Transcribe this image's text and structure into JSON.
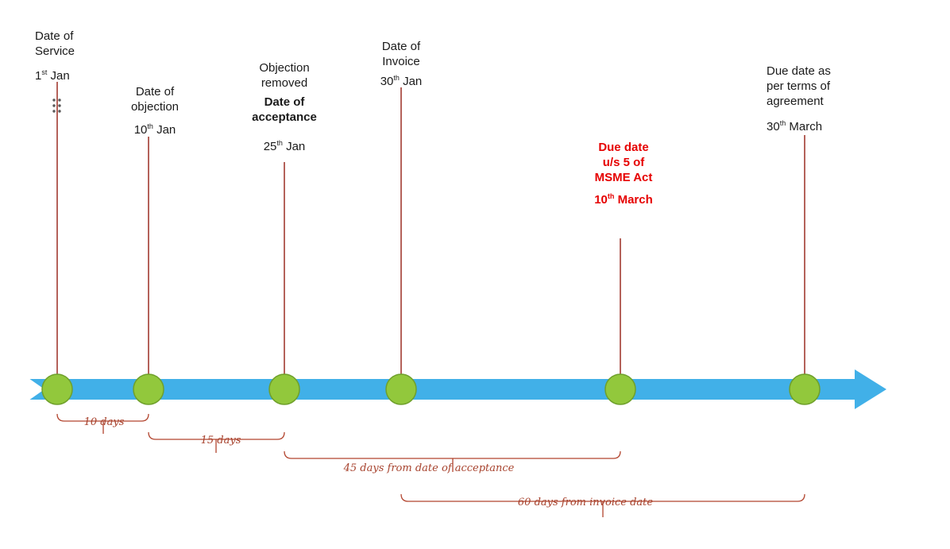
{
  "colors": {
    "arrow-blue": "#41b0e8",
    "dot-green": "#92c83c",
    "dot-green-border": "#6fa02b",
    "line-maroon": "#9c2f23",
    "bracket-red": "#b2442e",
    "alert-red": "#e60000",
    "script-red": "#a7422d",
    "text-black": "#1a1a1a"
  },
  "milestones": [
    {
      "title": [
        "Date of",
        "Service"
      ],
      "date": {
        "num": "1",
        "sup": "st",
        "rest": " Jan"
      }
    },
    {
      "title": [
        "Date of",
        "objection"
      ],
      "date": {
        "num": "10",
        "sup": "th",
        "rest": " Jan"
      }
    },
    {
      "title": [
        "Objection",
        "removed"
      ],
      "subtitle": [
        "Date of",
        "acceptance"
      ],
      "date": {
        "num": "25",
        "sup": "th",
        "rest": " Jan"
      }
    },
    {
      "title": [
        "Date of",
        "Invoice"
      ],
      "date": {
        "num": "30",
        "sup": "th",
        "rest": " Jan"
      }
    },
    {
      "title": [
        "Due date",
        "u/s 5 of",
        "MSME Act"
      ],
      "date": {
        "num": "10",
        "sup": "th",
        "rest": " March"
      }
    },
    {
      "title": [
        "Due date as",
        "per terms of",
        "agreement"
      ],
      "date": {
        "num": "30",
        "sup": "th",
        "rest": " March"
      }
    }
  ],
  "durations": [
    {
      "label": "10 days"
    },
    {
      "label": "15 days"
    },
    {
      "label": "45 days from date of acceptance"
    },
    {
      "label": "60 days from invoice date"
    }
  ]
}
